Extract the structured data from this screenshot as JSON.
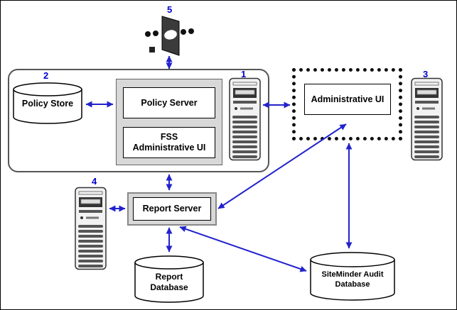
{
  "diagram": {
    "type": "architecture-diagram",
    "arrow_color": "#2222cc",
    "number_color": "#0000cc",
    "numbers": {
      "n1": "1",
      "n2": "2",
      "n3": "3",
      "n4": "4",
      "n5": "5"
    },
    "labels": {
      "policy_store": "Policy Store",
      "policy_server": "Policy Server",
      "fss_admin_ui_line1": "FSS",
      "fss_admin_ui_line2": "Administrative UI",
      "admin_ui": "Administrative UI",
      "report_server": "Report Server",
      "report_db_line1": "Report",
      "report_db_line2": "Database",
      "audit_db_line1": "SiteMinder Audit",
      "audit_db_line2": "Database"
    },
    "connections": [
      "web-agent <-> policy-server-group",
      "policy-store <-> policy-server",
      "server-1 <-> administrative-ui",
      "policy-server-group <-> report-server",
      "server-4 <-> report-server",
      "report-server <-> report-database",
      "report-server <-> administrative-ui",
      "administrative-ui <-> siteminder-audit-database",
      "report-server <-> siteminder-audit-database"
    ]
  }
}
